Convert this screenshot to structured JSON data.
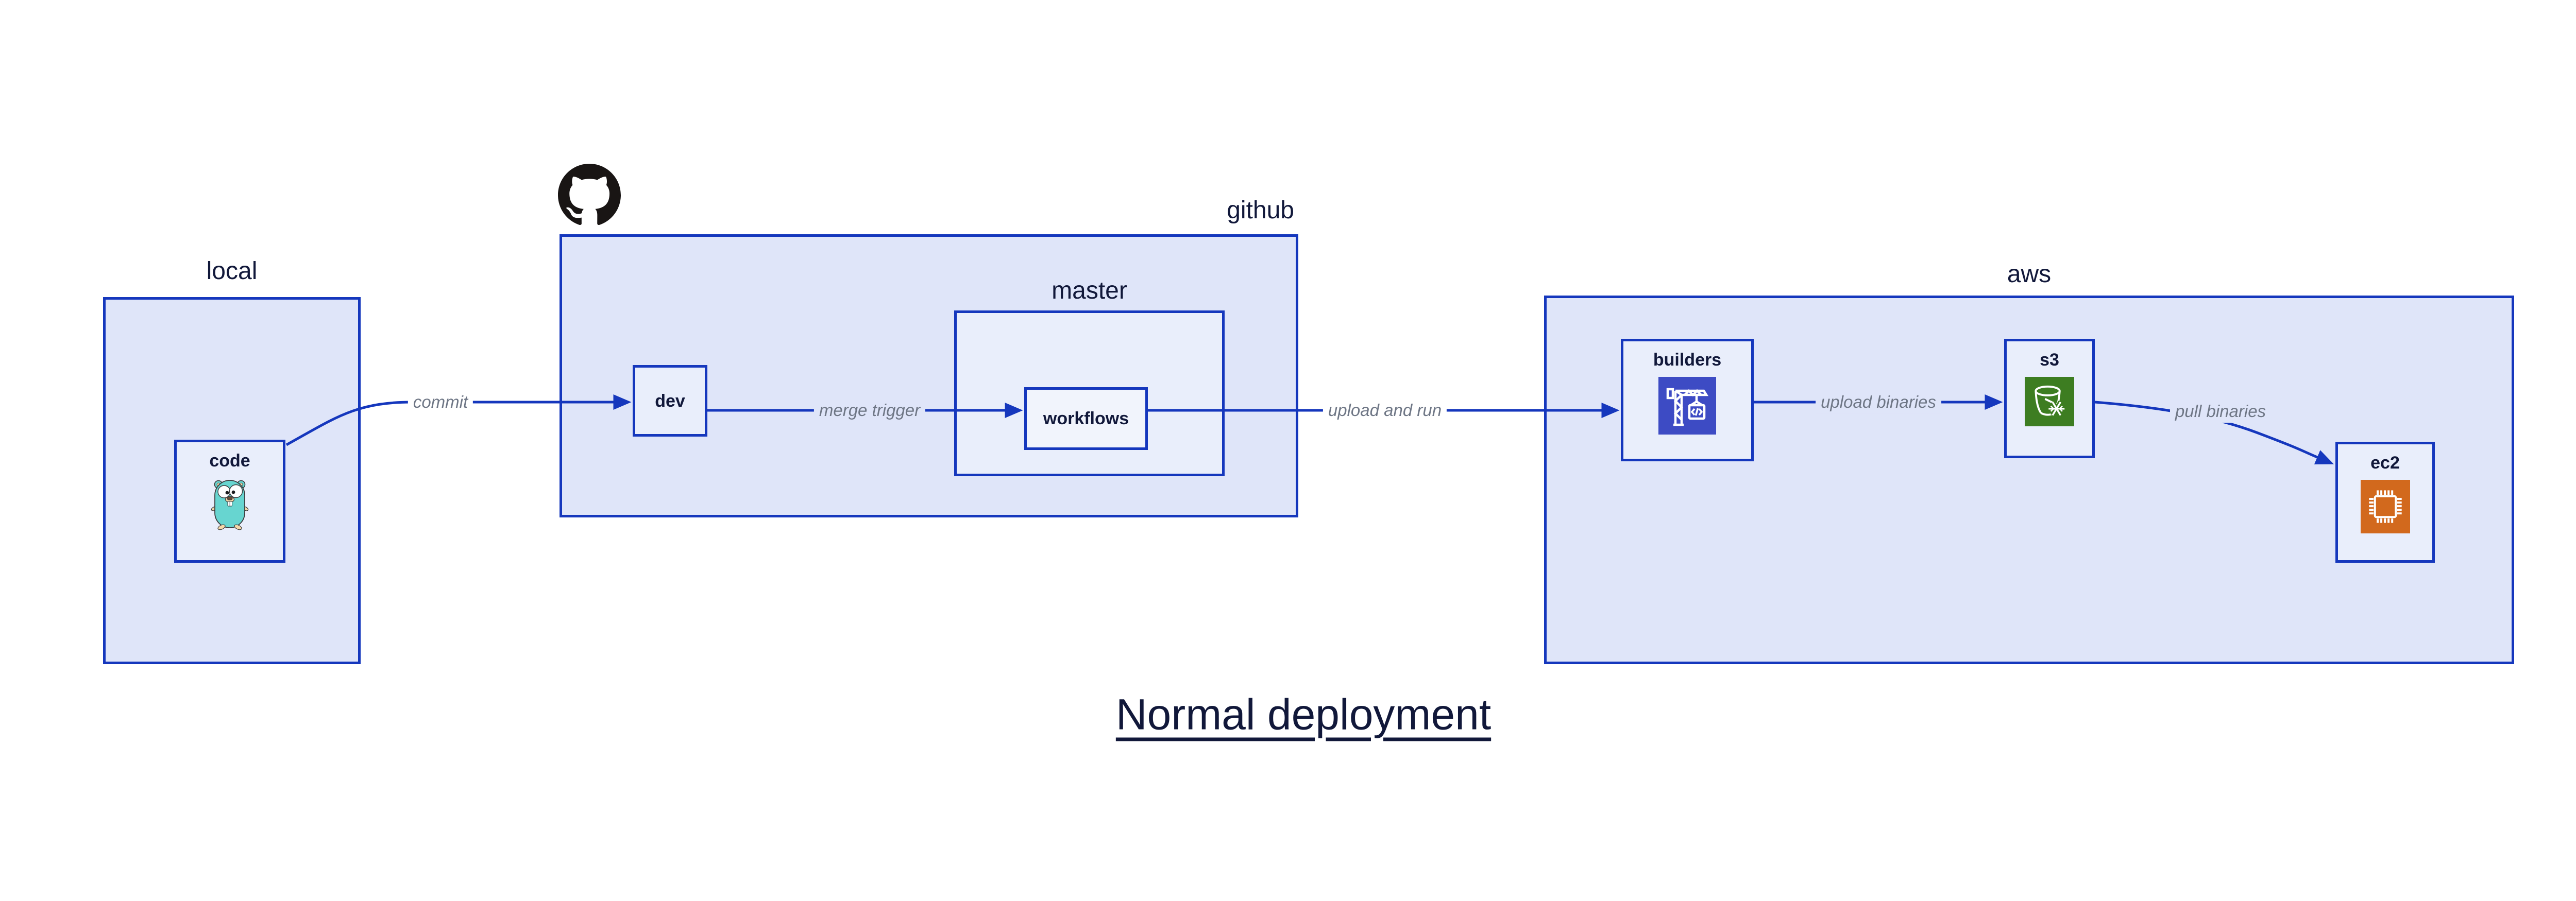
{
  "diagram": {
    "title": "Normal deployment",
    "groups": {
      "local": {
        "label": "local"
      },
      "github": {
        "label": "github"
      },
      "master": {
        "label": "master"
      },
      "aws": {
        "label": "aws"
      }
    },
    "nodes": {
      "code": {
        "label": "code"
      },
      "dev": {
        "label": "dev"
      },
      "workflows": {
        "label": "workflows"
      },
      "builders": {
        "label": "builders"
      },
      "s3": {
        "label": "s3"
      },
      "ec2": {
        "label": "ec2"
      }
    },
    "edges": [
      {
        "from": "code",
        "to": "dev",
        "label": "commit"
      },
      {
        "from": "dev",
        "to": "workflows",
        "label": "merge trigger"
      },
      {
        "from": "workflows",
        "to": "builders",
        "label": "upload and run"
      },
      {
        "from": "builders",
        "to": "s3",
        "label": "upload binaries"
      },
      {
        "from": "s3",
        "to": "ec2",
        "label": "pull binaries"
      }
    ],
    "icons": {
      "github_logo": "github-octocat-icon",
      "code": "go-gopher-icon",
      "builders": "aws-codebuild-icon",
      "s3": "aws-s3-glacier-icon",
      "ec2": "aws-ec2-chip-icon"
    },
    "colors": {
      "edge_blue": "#1537bd",
      "group_fill": "#dfe5f9",
      "node_fill": "#e9eefb",
      "subnode_fill": "#f1f4fc",
      "dark_text": "#11183a",
      "edge_label_gray": "#6e7685",
      "codebuild_indigo": "#3d4bc4",
      "s3_green": "#3d7d21",
      "ec2_orange": "#d2691d"
    }
  }
}
